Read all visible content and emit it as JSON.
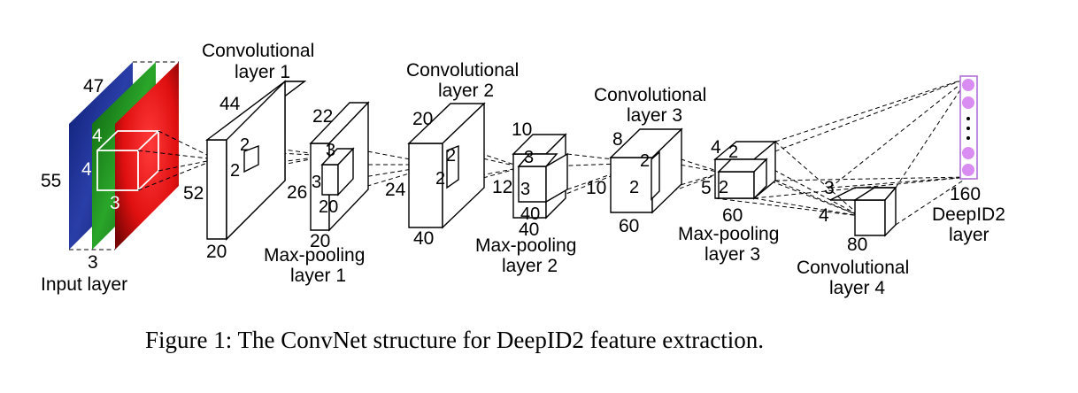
{
  "input_layer": {
    "name": "Input layer",
    "width": "47",
    "height": "55",
    "channels": "3",
    "kernel": {
      "h": "4",
      "w": "4",
      "d": "3"
    }
  },
  "conv1": {
    "name_line1": "Convolutional",
    "name_line2": "layer 1",
    "width": "44",
    "height": "52",
    "depth": "20",
    "kernel": {
      "h": "2",
      "w": "2"
    }
  },
  "pool1": {
    "name_line1": "Max-pooling",
    "name_line2": "layer 1",
    "width": "22",
    "height": "26",
    "depth": "20",
    "kernel": {
      "h": "3",
      "w": "3",
      "d": "20"
    }
  },
  "conv2": {
    "name_line1": "Convolutional",
    "name_line2": "layer 2",
    "width": "20",
    "height": "24",
    "depth": "40",
    "kernel": {
      "h": "2",
      "w": "2"
    }
  },
  "pool2": {
    "name_line1": "Max-pooling",
    "name_line2": "layer 2",
    "width": "10",
    "height": "12",
    "depth": "40",
    "kernel": {
      "h": "3",
      "w": "3",
      "d": "40"
    }
  },
  "conv3": {
    "name_line1": "Convolutional",
    "name_line2": "layer 3",
    "width": "8",
    "height": "10",
    "depth": "60",
    "kernel": {
      "h": "2",
      "w": "2"
    }
  },
  "pool3": {
    "name_line1": "Max-pooling",
    "name_line2": "layer 3",
    "width": "4",
    "height": "5",
    "depth": "60",
    "kernel": {
      "h": "2",
      "w": "2"
    }
  },
  "conv4": {
    "name_line1": "Convolutional",
    "name_line2": "layer 4",
    "width": "3",
    "height": "4",
    "depth": "80"
  },
  "deepid2": {
    "name_line1": "DeepID2",
    "name_line2": "layer",
    "units": "160"
  },
  "caption": "Figure 1: The ConvNet structure for DeepID2 feature extraction.",
  "colors": {
    "channel_blue": "#1a2c8c",
    "channel_green": "#1e8a1e",
    "channel_red": "#e01616",
    "neuron": "#d98cf2",
    "neuron_border": "#b070d8"
  }
}
